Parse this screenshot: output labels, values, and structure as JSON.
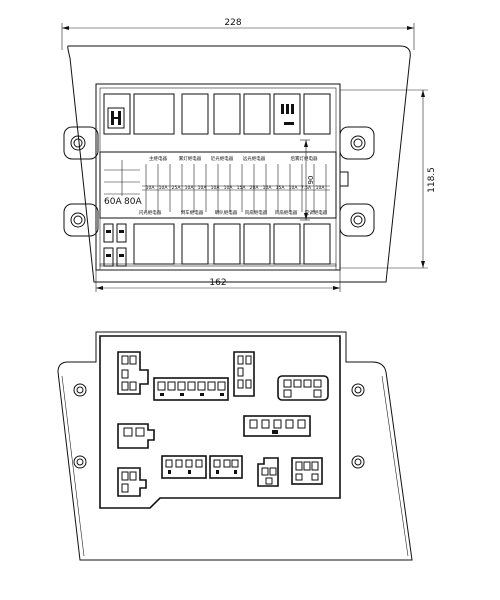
{
  "dimensions": {
    "overall_width": "228",
    "body_width": "162",
    "height_a": "118.5",
    "height_b": "90"
  },
  "fuse_panel": {
    "ampere_large": [
      "60A",
      "80A"
    ],
    "top_labels": [
      "主继电器",
      "雾灯继电器",
      "近光继电器",
      "远光继电器",
      "后雾灯继电器"
    ],
    "bottom_labels": [
      "闪光继电器",
      "倒车继电器",
      "喇叭继电器",
      "风扇继电器",
      "风扇继电器",
      "空调继电器"
    ],
    "fuse_ratings": [
      "10A",
      "10A",
      "25A",
      "10A",
      "10A",
      "10A",
      "10A",
      "15A",
      "20A",
      "10A",
      "15A",
      "10A",
      "7.5A",
      "10A"
    ]
  },
  "icons": {
    "H-symbol": "relay-h-icon",
    "mounting-hole": "bolt-hole-icon"
  },
  "colors": {
    "line": "#111111",
    "background": "#ffffff"
  }
}
